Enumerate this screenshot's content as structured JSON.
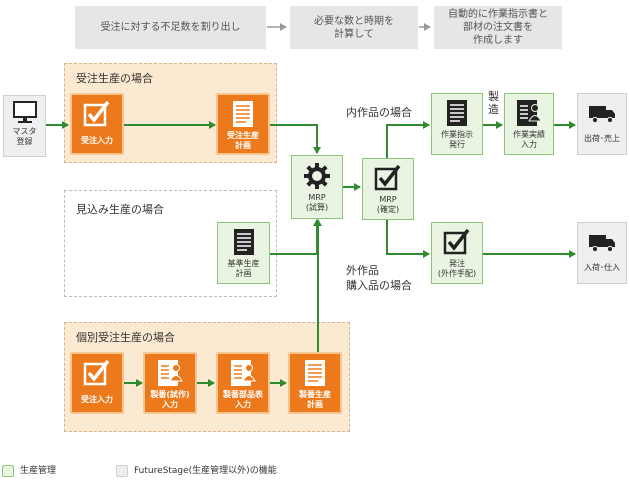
{
  "phases": [
    "受注に対する不足数を割り出し",
    "必要な数と時期を\n計算して",
    "自動的に作業指示書と\n部材の注文書を\n作成します"
  ],
  "groups": {
    "order": "受注生産の場合",
    "forecast": "見込み生産の場合",
    "individual": "個別受注生産の場合"
  },
  "nodes": {
    "master": "マスタ\n登録",
    "order_entry_1": "受注入力",
    "order_plan": "受注生産\n計画",
    "basic_plan": "基準生産\n計画",
    "order_entry_2": "受注入力",
    "serial_trial": "製番(試作)\n入力",
    "serial_parts": "製番部品表\n入力",
    "serial_plan": "製番生産\n計画",
    "mrp_trial": "MRP\n(試算)",
    "mrp_fixed": "MRP\n(確定)",
    "work_order": "作業指示\n発行",
    "work_result": "作業実績\n入力",
    "ship": "出荷･売上",
    "purchase": "発注\n(外作手配)",
    "receive": "入荷･仕入"
  },
  "labels": {
    "internal": "内作品の場合",
    "external_1": "外作品",
    "external_2": "購入品の場合",
    "manufacture": "製\n造"
  },
  "legend": {
    "green": "生産管理",
    "gray": "FutureStage(生産管理以外)の機能"
  },
  "colors": {
    "orange": "#ec7a1c",
    "green_line": "#2e8b2e",
    "green_fill": "#e9f5e2",
    "gray_fill": "#efefef"
  }
}
